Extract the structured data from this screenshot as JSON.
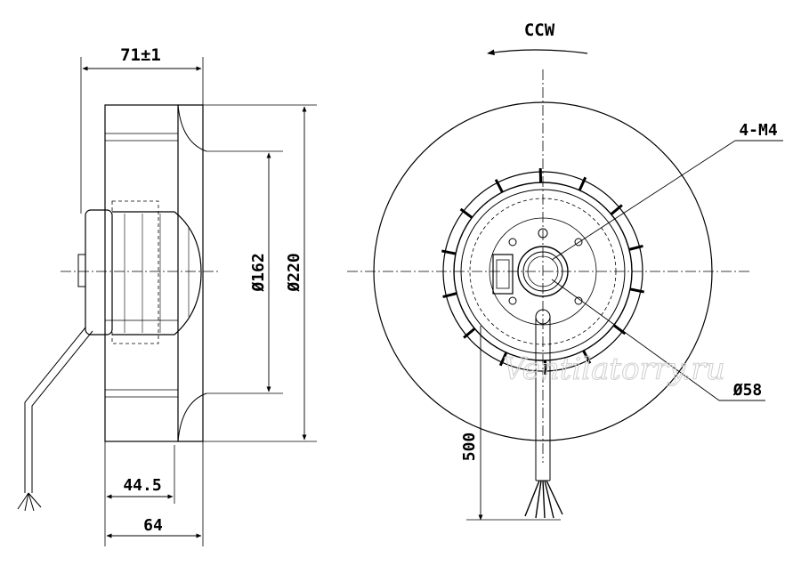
{
  "labels": {
    "width_top": "71±1",
    "rotation": "CCW",
    "screws": "4-M4",
    "dia_inner": "Ø162",
    "dia_outer": "Ø220",
    "dia_hub": "Ø58",
    "cable_len": "500",
    "depth_small": "44.5",
    "depth_total": "64"
  },
  "watermark": "Ventilatorry.ru"
}
